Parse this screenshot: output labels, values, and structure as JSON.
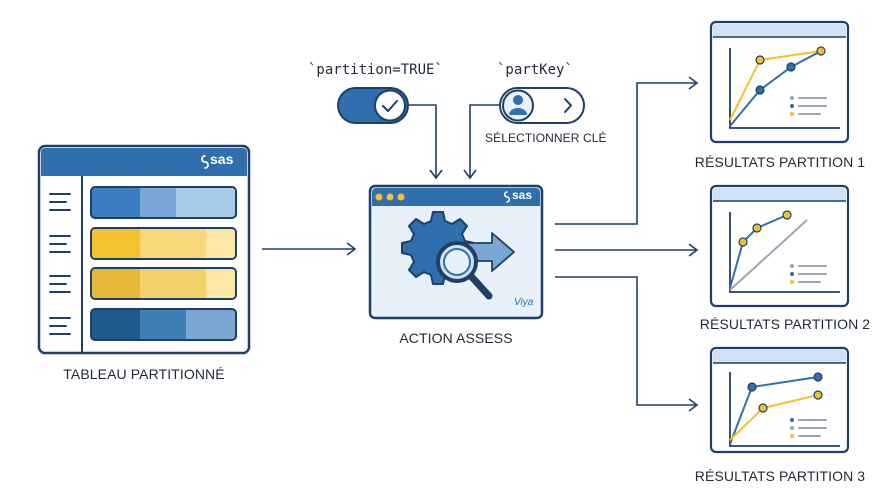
{
  "brand": "sas",
  "viya": "Viya",
  "table": {
    "caption": "TABLEAU PARTITIONNÉ"
  },
  "action": {
    "caption": "ACTION ASSESS"
  },
  "params": {
    "partition": "`partition=TRUE`",
    "partkey": "`partKey`",
    "select_label": "SÉLECTIONNER CLÉ"
  },
  "results": [
    {
      "caption": "RÉSULTATS PARTITION 1"
    },
    {
      "caption": "RÉSULTATS PARTITION 2"
    },
    {
      "caption": "RÉSULTATS PARTITION 3"
    }
  ],
  "colors": {
    "navy": "#1f3f66",
    "blue": "#2f6fae",
    "lightblue": "#e8f1fa",
    "yellow": "#f2c12e",
    "gray": "#9aa6b2"
  }
}
